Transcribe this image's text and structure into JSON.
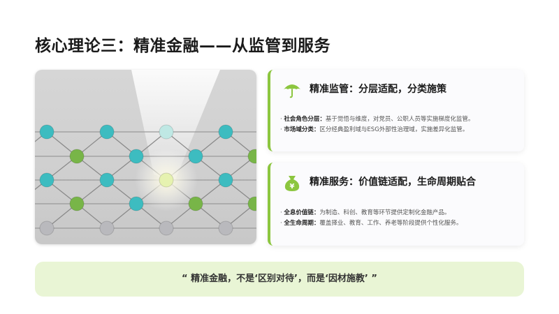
{
  "title": "核心理论三：精准金融——从监管到服务",
  "cards": [
    {
      "icon": "umbrella-icon",
      "heading": "精准监管：分层适配，分类施策",
      "bullets": [
        {
          "label": "社会角色分层：",
          "text": "基于觉悟与维度，对党员、公职人员等实施梯度化监管。"
        },
        {
          "label": "市场域分类：",
          "text": "区分经典盈利域与ESG外部性治理域，实施差异化监管。"
        }
      ]
    },
    {
      "icon": "money-bag-icon",
      "heading": "精准服务：价值链适配，生命周期贴合",
      "bullets": [
        {
          "label": "全息价值链：",
          "text": "为制造、科创、教育等环节提供定制化金融产品。"
        },
        {
          "label": "全生命周期：",
          "text": "覆盖择业、教育、工作、养老等阶段提供个性化服务。"
        }
      ]
    }
  ],
  "quote": "“ 精准金融，不是‘区别对待’，而是‘因材施教’ ”",
  "colors": {
    "accent": "#8cc63f",
    "teal": "#3dbcc0",
    "banner": "#e9f5d5"
  }
}
